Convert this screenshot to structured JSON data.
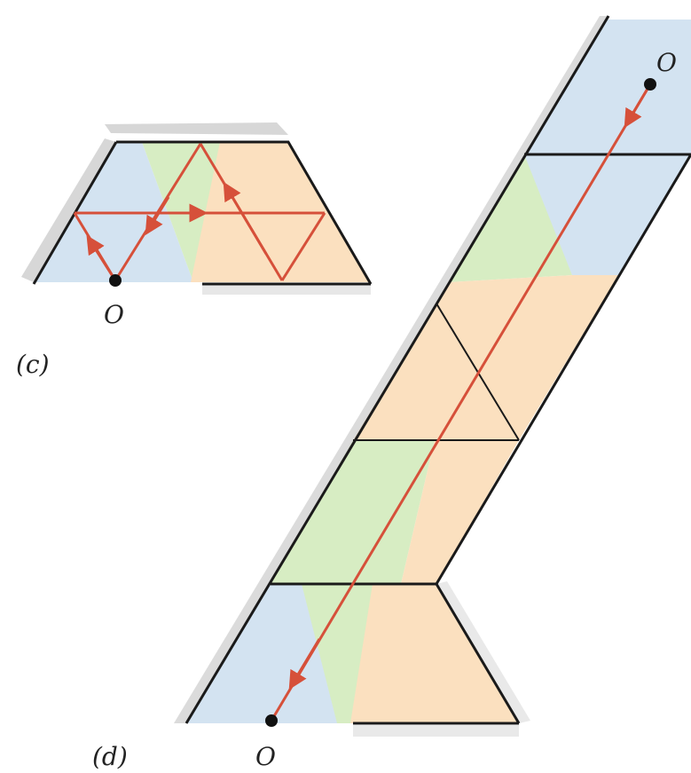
{
  "panel_c": {
    "caption": "(c)",
    "origin_label": "O"
  },
  "panel_d": {
    "caption": "(d)",
    "origin_top_label": "O",
    "origin_bottom_label": "O"
  },
  "colors": {
    "blue_region": "#d3e3f1",
    "green_region": "#d7edc3",
    "orange_region": "#fbe0bf",
    "edge": "#1a1a1a",
    "shadow": "#9a9a9a",
    "ray": "#d6503a",
    "origin_point": "#111111"
  }
}
